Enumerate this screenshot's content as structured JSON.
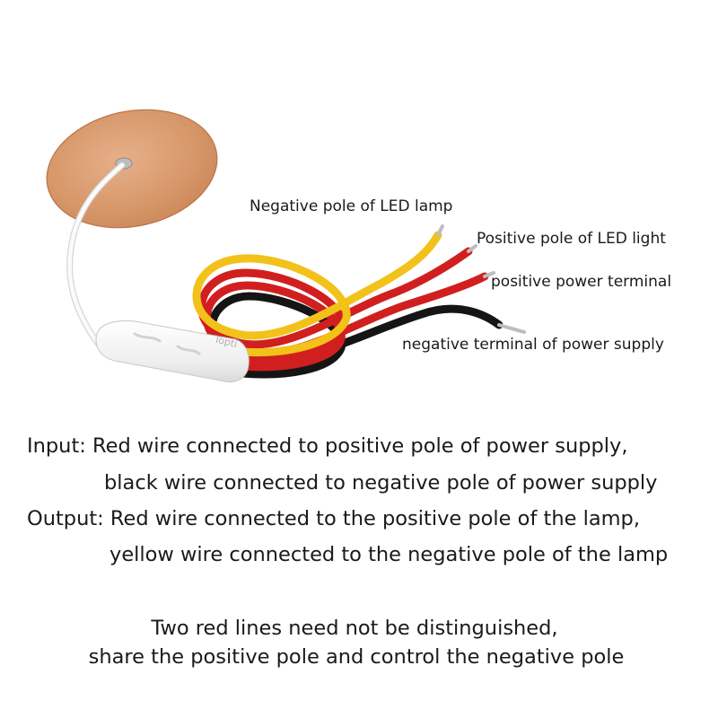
{
  "labels": {
    "negative_led": "Negative pole of LED lamp",
    "positive_led": "Positive pole of LED light",
    "positive_power": "positive power terminal",
    "negative_power": "negative terminal of power supply"
  },
  "module_print": "Topti",
  "instructions": {
    "input_line1": "Input: Red wire connected to positive pole of power supply,",
    "input_line2": "black wire connected to negative pole of power supply",
    "output_line1": "Output: Red wire connected to the positive pole of the lamp,",
    "output_line2": "yellow wire connected to the negative pole of the lamp"
  },
  "note": {
    "line1": "Two red lines need not be distinguished,",
    "line2": "share the positive pole and control the negative pole"
  },
  "colors": {
    "copper_disc": "#d99a6c",
    "wire_yellow": "#f2c21b",
    "wire_red": "#d11f1f",
    "wire_black": "#151515",
    "module_white": "#f4f4f4",
    "text": "#1a1a1a"
  }
}
